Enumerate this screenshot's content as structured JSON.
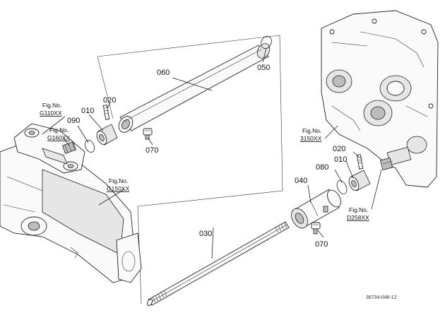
{
  "parts": {
    "p060": "060",
    "p050": "050",
    "p020a": "020",
    "p010a": "010",
    "p090": "090",
    "p070a": "070",
    "p020b": "020",
    "p010b": "010",
    "p080": "080",
    "p040": "040",
    "p030": "030",
    "p070b": "070"
  },
  "fig_refs": {
    "g110": {
      "label": "Fig.No.",
      "code": "G110XX"
    },
    "g160": {
      "label": "Fig.No.",
      "code": "G160XX"
    },
    "g150": {
      "label": "Fig.No.",
      "code": "G150XX"
    },
    "f3150": {
      "label": "Fig.No.",
      "code": "3150XX"
    },
    "d258": {
      "label": "Fig.No.",
      "code": "D258XX"
    }
  },
  "drawing_ref": "38734-046-12"
}
